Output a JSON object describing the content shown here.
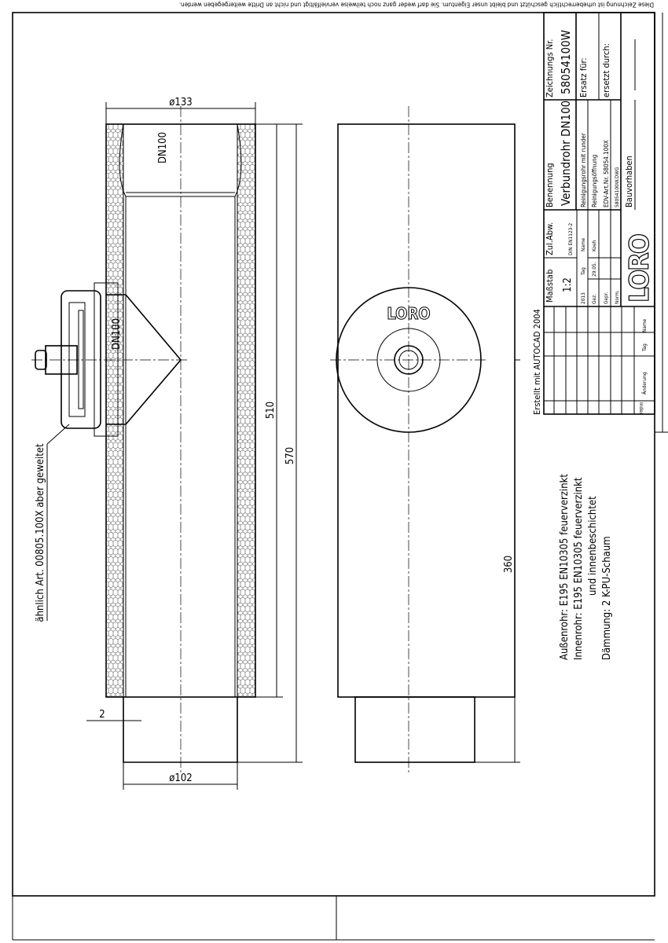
{
  "copyright_notice": "Diese Zeichnung ist urheberrechtlich geschützt und bleibt unser Eigentum. Sie darf weder ganz noch teilweise vervielfältigt und nicht an Dritte weitergegeben werden.",
  "title_block": {
    "drawing_no_label": "Zeichnungs Nr.",
    "drawing_no": "58054100W",
    "replaces_label": "Ersatz für:",
    "replaced_by_label": "ersetzt durch:",
    "name_label": "Benennung",
    "name": "Verbundrohr DN100",
    "desc1": "Reinigungsrohr mit runder",
    "desc2": "Reinigungsöffnung",
    "desc3": "EDV-Art.Nr. 58054.100X",
    "file": "58054100W.DWG",
    "project_label": "Bauvorhaben",
    "scale_label": "Maßstab",
    "scale": "1:2",
    "tolerance_label": "Zul.Abw.",
    "tolerance": "DIN EN1123-2",
    "year": "2013",
    "day_label": "Tag",
    "name_col_label": "Name",
    "drawn_label": "Gez.",
    "drawn_date": "29.05.",
    "drawn_by": "Koeh",
    "checked_label": "Gepr.",
    "norm_label": "Norm.",
    "logo": "LORO",
    "rev_index_label": "Index",
    "rev_change_label": "Änderung",
    "rev_day_label": "Tag",
    "rev_name_label": "Name",
    "created_with": "Erstellt mit AUTOCAD 2004"
  },
  "drawing": {
    "dim_outer_dia": "ø133",
    "dim_inner_dia": "ø102",
    "dim_wall": "2",
    "dim_510": "510",
    "dim_570": "570",
    "dim_360": "360",
    "label_dn_pipe": "DN100",
    "label_dn_branch": "DN100",
    "note_similar": "ähnlich Art. 00805.100X aber geweitet",
    "material_1": "Außenrohr: E195 EN10305 feuerverzinkt",
    "material_2": "Innenrohr: E195 EN10305 feuerverzinkt",
    "material_3": "und innenbeschichtet",
    "material_4": "Dämmung: 2 K-PU-Schaum",
    "cap_logo": "LORO"
  }
}
